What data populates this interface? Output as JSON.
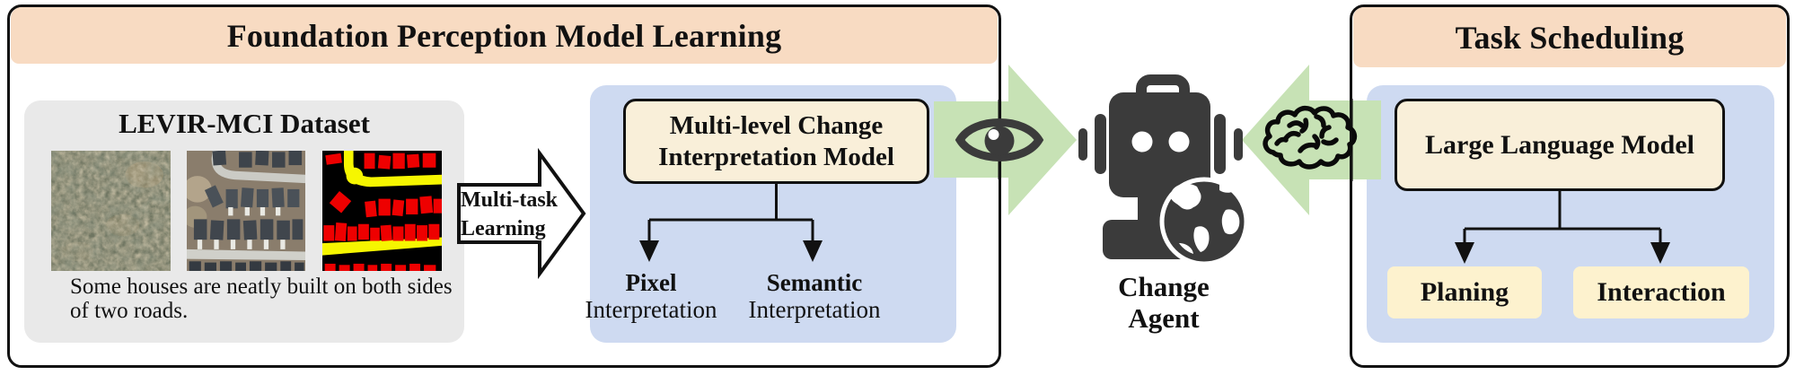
{
  "colors": {
    "header_peach": "#F8DBC2",
    "panel_blue": "#CEDAF1",
    "box_cream": "#F9EFD9",
    "box_yellow": "#FDF2CE",
    "dataset_gray": "#E9E9E9",
    "arrow_green": "#C7E2B5",
    "icon_dark": "#3B3B3B",
    "mask_red": "#EE0000",
    "mask_yellow": "#F6F600"
  },
  "left_panel": {
    "title": "Foundation Perception Model Learning",
    "dataset": {
      "title": "LEVIR-MCI Dataset",
      "caption": "Some houses are neatly built on both sides of two roads.",
      "images": [
        {
          "name": "aerial-image-before",
          "desc": "bare land aerial photo"
        },
        {
          "name": "aerial-image-after",
          "desc": "suburban houses aerial photo"
        },
        {
          "name": "change-mask",
          "desc": "change mask: red buildings, yellow roads on black"
        }
      ]
    },
    "arrow": {
      "line1": "Multi-task",
      "line2": "Learning"
    },
    "model": {
      "line1": "Multi-level Change",
      "line2": "Interpretation Model"
    },
    "branches": [
      {
        "head": "Pixel",
        "tail": "Interpretation"
      },
      {
        "head": "Semantic",
        "tail": "Interpretation"
      }
    ]
  },
  "center": {
    "agent_line1": "Change",
    "agent_line2": "Agent",
    "icons": [
      "eye-icon",
      "robot-icon",
      "globe-icon",
      "brain-icon"
    ]
  },
  "right_panel": {
    "title": "Task Scheduling",
    "model": "Large Language Model",
    "branches": [
      "Planing",
      "Interaction"
    ]
  }
}
